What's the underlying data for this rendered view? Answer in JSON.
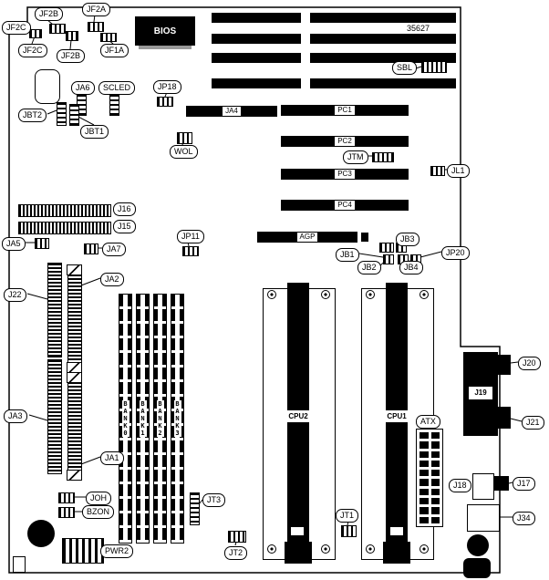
{
  "diagram": {
    "part_number": "35627",
    "chip": {
      "bios": "BIOS"
    },
    "labels": {
      "jf2b_top": "JF2B",
      "jf2a": "JF2A",
      "jf2c_edge": "JF2C",
      "jf2c": "JF2C",
      "jf2b": "JF2B",
      "jf1a": "JF1A",
      "sbl": "SBL",
      "ja6": "JA6",
      "scled": "SCLED",
      "jp18": "JP18",
      "jbt2": "JBT2",
      "jbt1": "JBT1",
      "ja4": "JA4",
      "pc1": "PC1",
      "pc2": "PC2",
      "pc3": "PC3",
      "pc4": "PC4",
      "wol": "WOL",
      "jtm": "JTM",
      "jl1": "JL1",
      "j16": "J16",
      "j15": "J15",
      "ja5": "JA5",
      "ja7": "JA7",
      "jp11": "JP11",
      "agp": "AGP",
      "jb1": "JB1",
      "jb2": "JB2",
      "jb3": "JB3",
      "jb4": "JB4",
      "jp20": "JP20",
      "j22": "J22",
      "ja2": "JA2",
      "ja1": "JA1",
      "ja3": "JA3",
      "bank0": "BANK0",
      "bank1": "BANK1",
      "bank2": "BANK2",
      "bank3": "BANK3",
      "cpu2": "CPU2",
      "cpu1": "CPU1",
      "atx": "ATX",
      "j19": "J19",
      "j20": "J20",
      "j21": "J21",
      "j18": "J18",
      "j17": "J17",
      "j34": "J34",
      "joh": "JOH",
      "bzon": "BZON",
      "jt1": "JT1",
      "jt2": "JT2",
      "jt3": "JT3",
      "pwr2": "PWR2"
    },
    "colors": {
      "board_outline": "#000000",
      "component_fill": "#000000",
      "background": "#ffffff"
    }
  }
}
